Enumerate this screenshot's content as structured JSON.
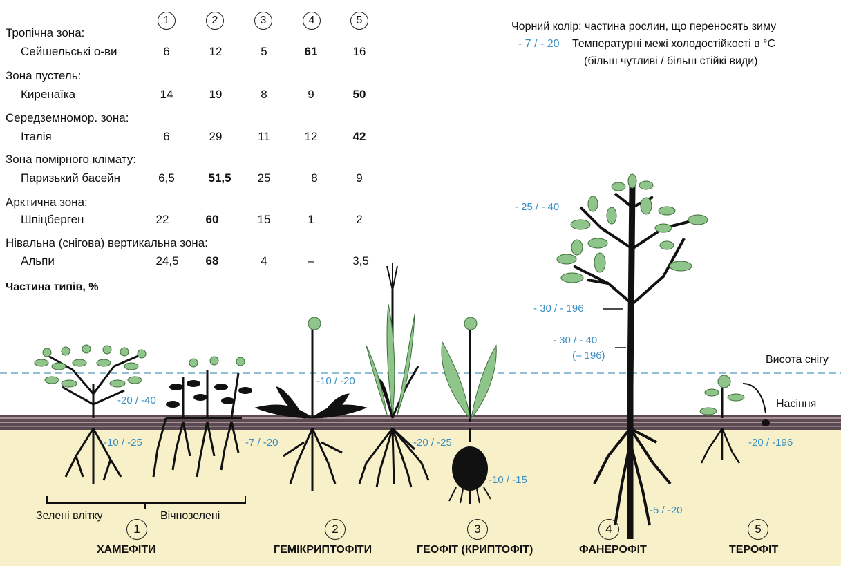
{
  "columns": [
    "1",
    "2",
    "3",
    "4",
    "5"
  ],
  "legend": {
    "black_note": "Чорний колір: частина рослин, що переносять зиму",
    "range_example": "- 7 / - 20",
    "temp_note": "Температурні межі холодостійкості в °C",
    "temp_note2": "(більш чутливі / більш стійкі види)"
  },
  "table": [
    {
      "zone": "Тропічна зона:",
      "place": "Сейшельські о-ви",
      "values": [
        "6",
        "12",
        "5",
        "61",
        "16"
      ],
      "bold_index": 3
    },
    {
      "zone": "Зона пустель:",
      "place": "Киренаїка",
      "values": [
        "14",
        "19",
        "8",
        "9",
        "50"
      ],
      "bold_index": 4
    },
    {
      "zone": "Середземномор. зона:",
      "place": "Італія",
      "values": [
        "6",
        "29",
        "11",
        "12",
        "42"
      ],
      "bold_index": 4
    },
    {
      "zone": "Зона помірного клімату:",
      "place": "Паризький басейн",
      "values": [
        "6,5",
        "51,5",
        "25",
        "8",
        "9"
      ],
      "bold_index": 1
    },
    {
      "zone": "Арктична зона:",
      "place": "Шпіцберген",
      "values": [
        "22",
        "60",
        "15",
        "1",
        "2"
      ],
      "bold_index": 1
    },
    {
      "zone": "Нівальна (снігова) вертикальна зона:",
      "place": "Альпи",
      "values": [
        "24,5",
        "68",
        "4",
        "–",
        "3,5"
      ],
      "bold_index": 1
    }
  ],
  "table_caption": "Частина типів, %",
  "labels": {
    "snow": "Висота снігу",
    "seeds": "Насіння",
    "green_summer": "Зелені влітку",
    "evergreen": "Вічнозелені"
  },
  "temps": {
    "chamae_top": "-20 / -40",
    "chamae_soil": "-10 / -25",
    "hemi_top": "-10 / -20",
    "hemi_soil": "-7 / -20",
    "geo_soil": "-20 / -25",
    "geo_bulb": "-10 / -15",
    "phan_top": "- 25 / - 40",
    "phan_mid": "- 30 / - 196",
    "phan_trunk": "- 30 / - 40",
    "phan_trunk2": "(– 196)",
    "phan_root": "-5 / -20",
    "thero": "-20 / -196"
  },
  "types": [
    {
      "num": "1",
      "name": "ХАМЕФІТИ"
    },
    {
      "num": "2",
      "name": "ГЕМІКРИПТОФІТИ"
    },
    {
      "num": "3",
      "name": "ГЕОФІТ (КРИПТОФІТ)"
    },
    {
      "num": "4",
      "name": "ФАНЕРОФІТ"
    },
    {
      "num": "5",
      "name": "ТЕРОФІТ"
    }
  ],
  "colors": {
    "soil": "#f7f0c8",
    "ground": "#5a4a52",
    "leaf": "#8fc48a",
    "temp": "#3a8fc4",
    "snow_line": "#6fa8c8"
  }
}
